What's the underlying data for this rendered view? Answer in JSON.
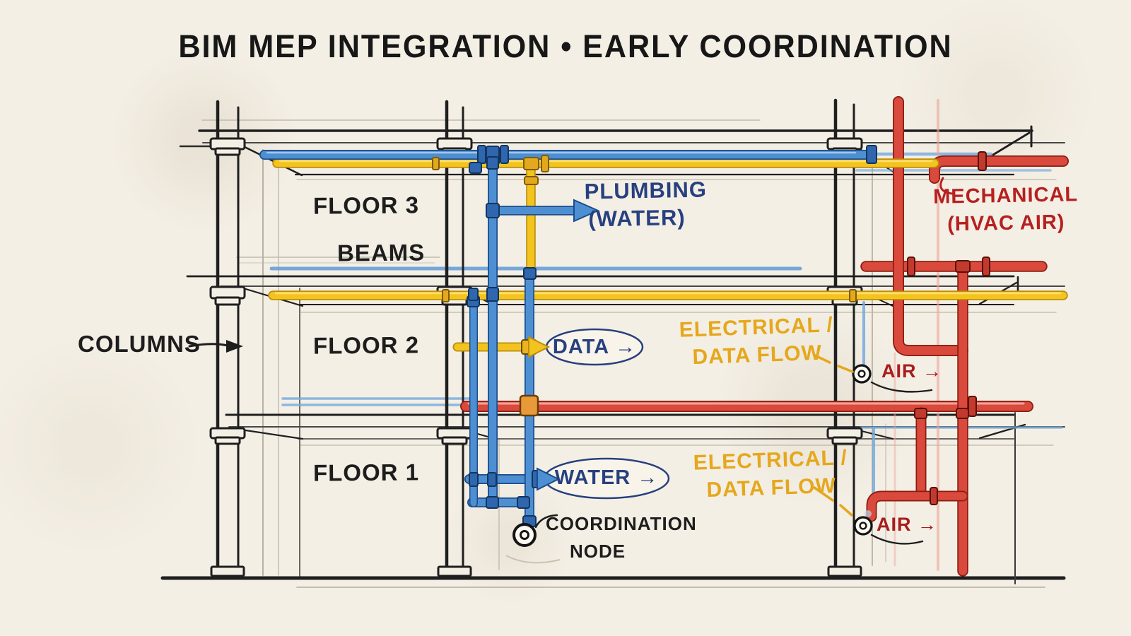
{
  "title": "BIM MEP INTEGRATION • EARLY COORDINATION",
  "colors": {
    "paper": "#f4efe5",
    "ink": "#1d1d1d",
    "plumbing_blue": "#4e8fd2",
    "electrical_yellow": "#f3c41f",
    "hvac_red": "#d9493c",
    "label_navy": "#27407f",
    "label_crimson": "#b6201f",
    "label_gold": "#e5a71c"
  },
  "structure": {
    "floor3": "FLOOR 3",
    "beams": "BEAMS",
    "floor2": "FLOOR 2",
    "floor1": "FLOOR 1",
    "columns": "COLUMNS"
  },
  "systems": {
    "plumbing_line1": "PLUMBING",
    "plumbing_line2": "(WATER)",
    "mechanical_line1": "MECHANICAL",
    "mechanical_line2": "(HVAC AIR)",
    "electrical_upper_line1": "ELECTRICAL /",
    "electrical_upper_line2": "DATA FLOW",
    "electrical_lower_line1": "ELECTRICAL /",
    "electrical_lower_line2": "DATA FLOW"
  },
  "tags": {
    "data": "DATA →",
    "water": "WATER →",
    "air_upper": "AIR →",
    "air_lower": "AIR →",
    "coordination_line1": "COORDINATION",
    "coordination_line2": "NODE"
  }
}
